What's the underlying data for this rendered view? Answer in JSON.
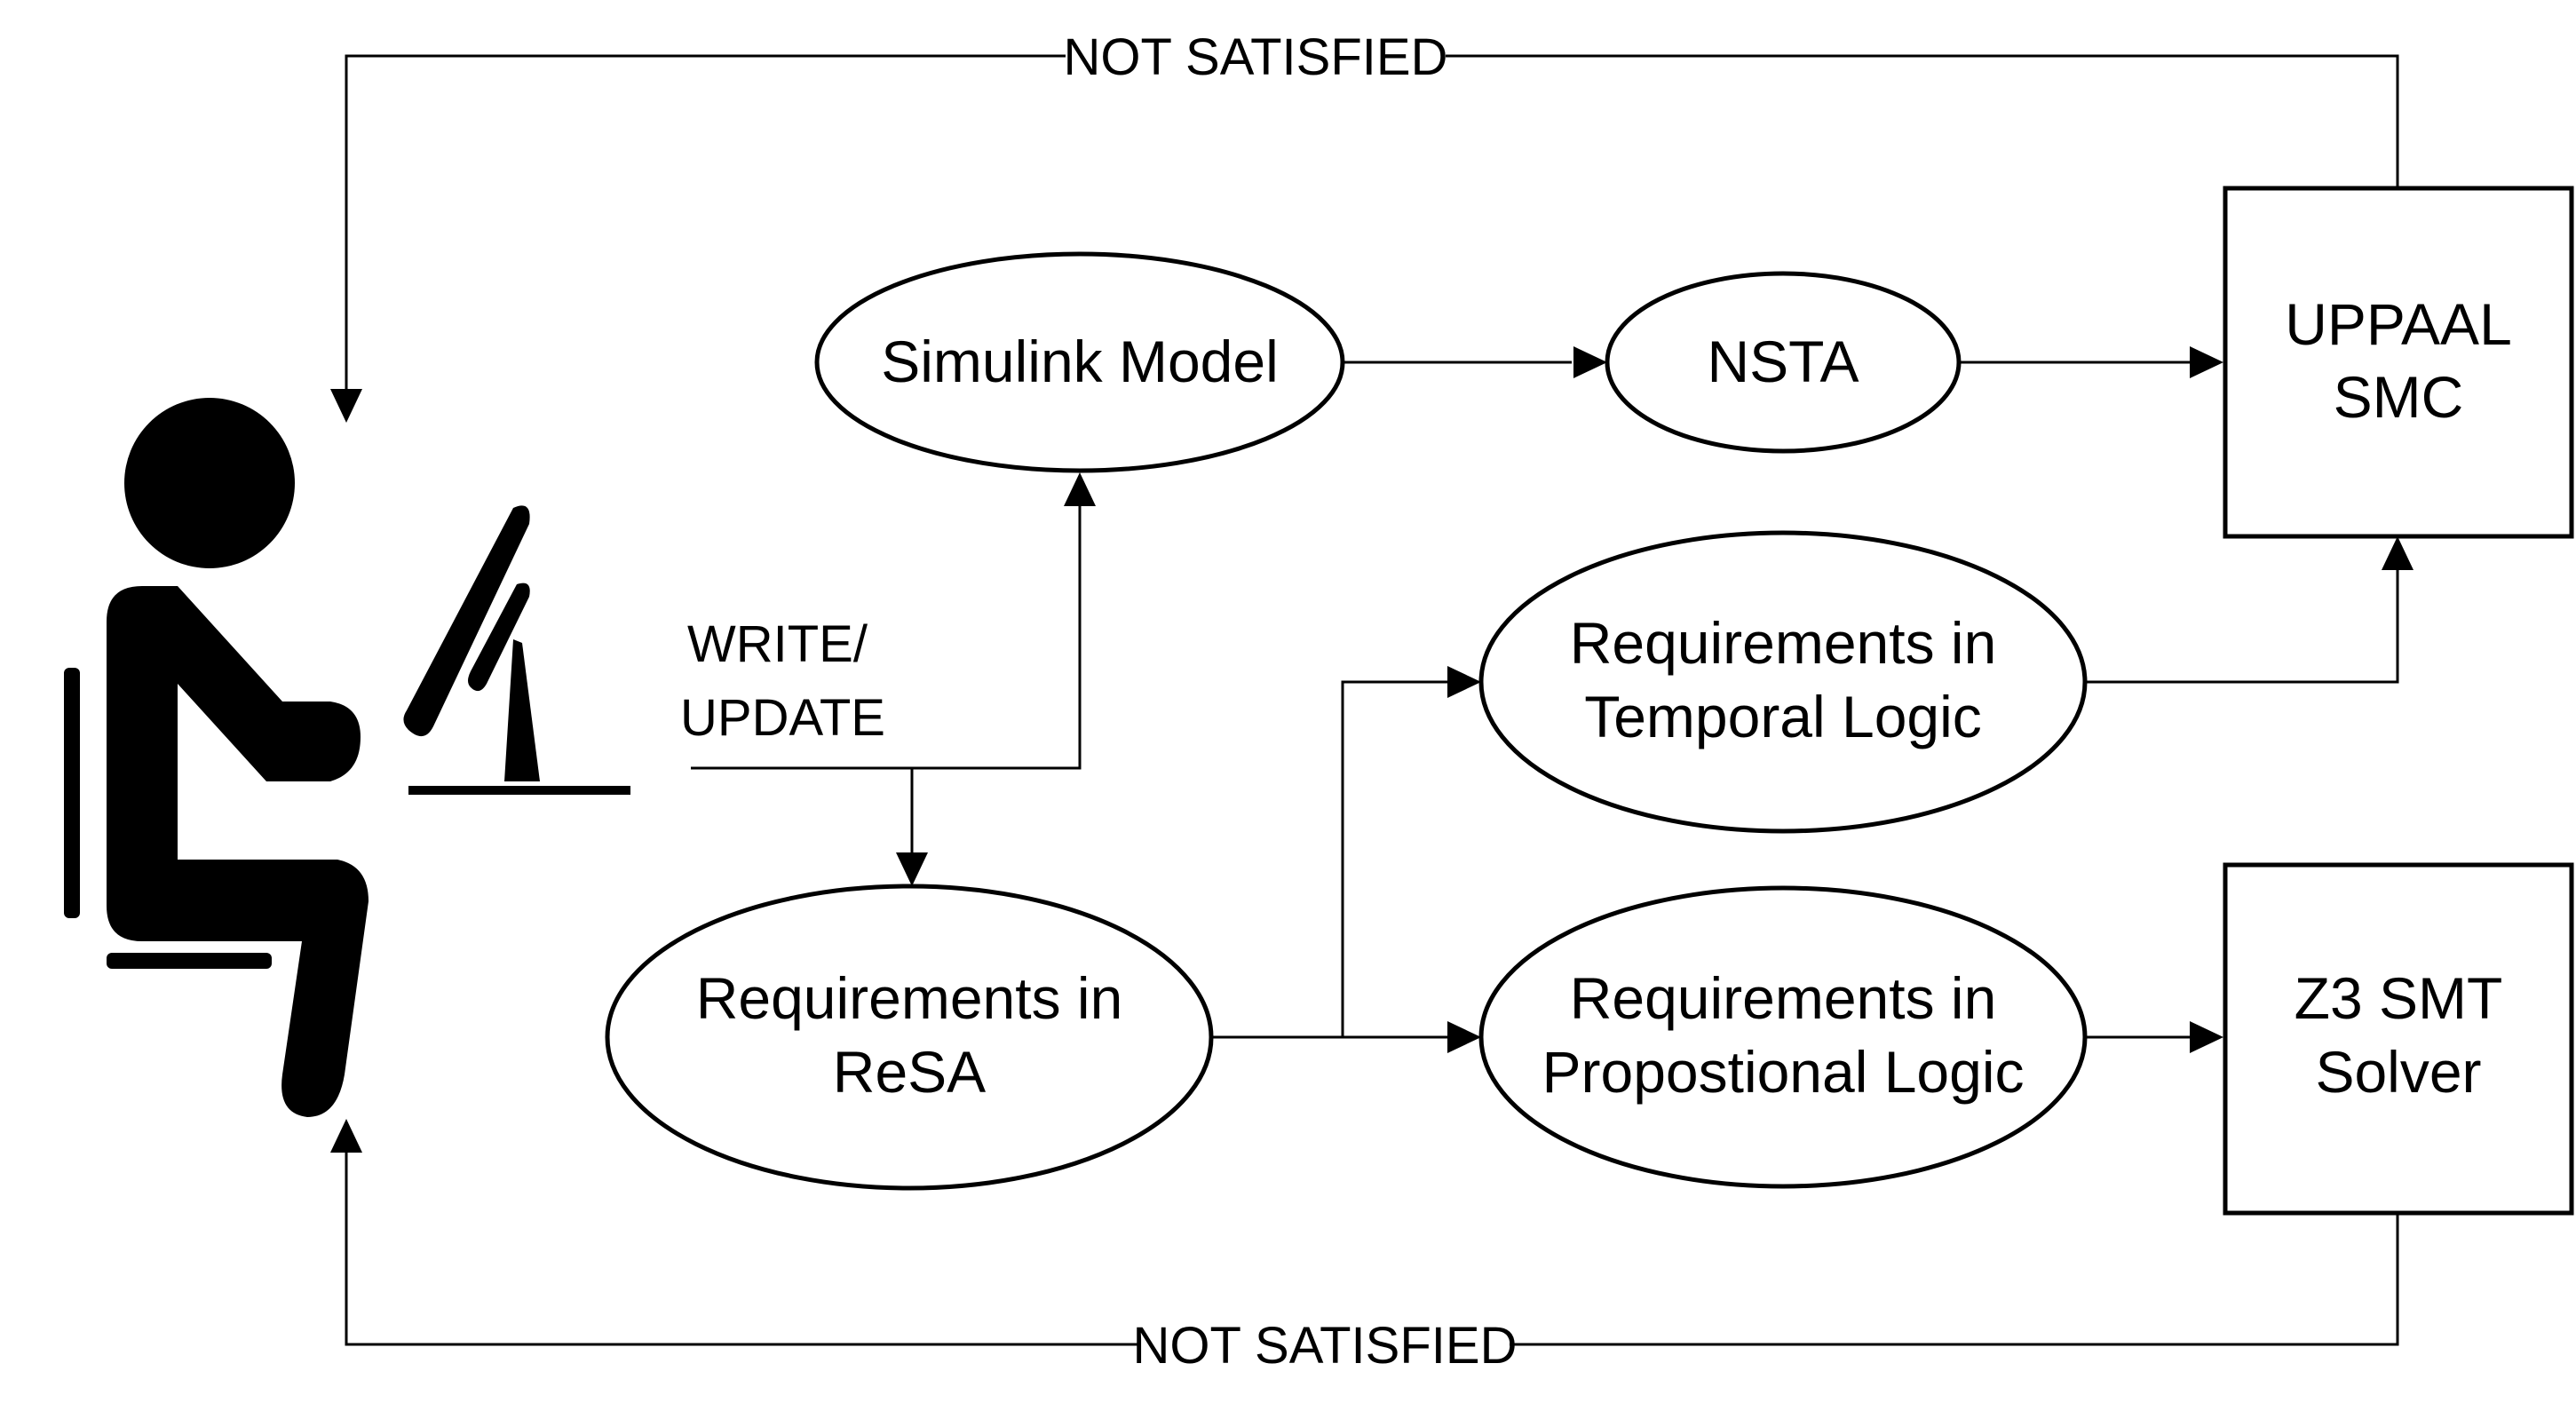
{
  "nodes": {
    "simulink": {
      "line1": "Simulink Model"
    },
    "nsta": {
      "line1": "NSTA"
    },
    "uppaal": {
      "line1": "UPPAAL",
      "line2": "SMC"
    },
    "temporal": {
      "line1": "Requirements in",
      "line2": "Temporal Logic"
    },
    "resa": {
      "line1": "Requirements in",
      "line2": "ReSA"
    },
    "propositional": {
      "line1": "Requirements in",
      "line2": "Propostional Logic"
    },
    "z3": {
      "line1": "Z3 SMT",
      "line2": "Solver"
    }
  },
  "edges": {
    "write_update": {
      "line1": "WRITE/",
      "line2": "UPDATE"
    },
    "not_satisfied_top": "NOT SATISFIED",
    "not_satisfied_bottom": "NOT SATISFIED"
  },
  "icons": {
    "user": "person-at-computer-icon"
  }
}
